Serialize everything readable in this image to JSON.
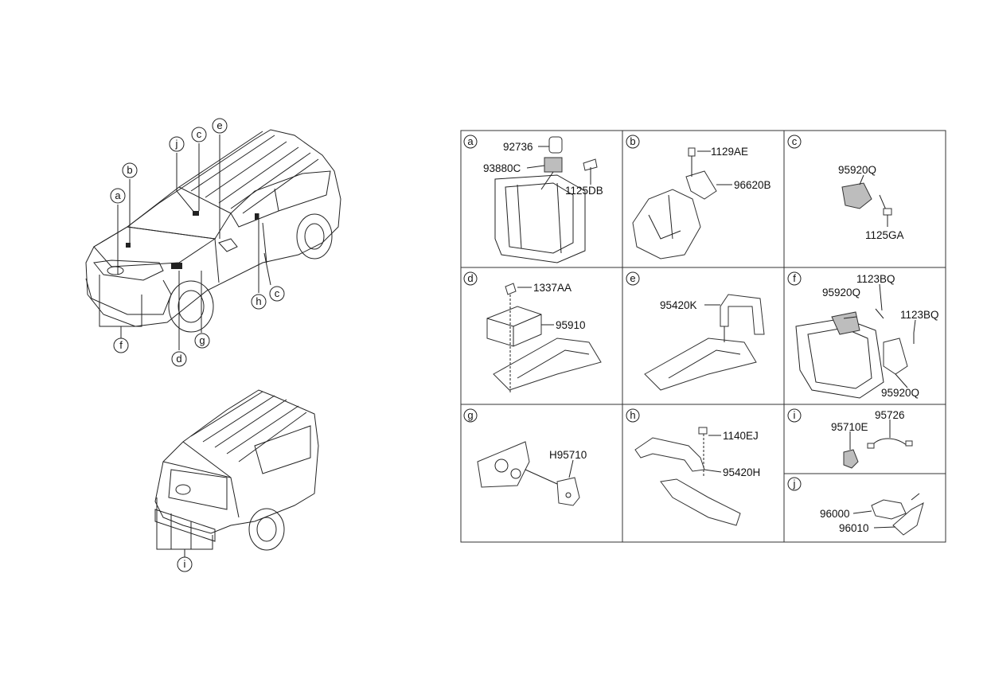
{
  "callouts_front": [
    "a",
    "b",
    "c",
    "j",
    "e",
    "h",
    "c",
    "f",
    "d",
    "g"
  ],
  "callouts_rear": [
    "i"
  ],
  "cells": [
    {
      "letter": "a",
      "parts": [
        "92736",
        "93880C",
        "1125DB"
      ]
    },
    {
      "letter": "b",
      "parts": [
        "1129AE",
        "96620B"
      ]
    },
    {
      "letter": "c",
      "parts": [
        "95920Q",
        "1125GA"
      ]
    },
    {
      "letter": "d",
      "parts": [
        "1337AA",
        "95910"
      ]
    },
    {
      "letter": "e",
      "parts": [
        "95420K"
      ]
    },
    {
      "letter": "f",
      "parts": [
        "1123BQ",
        "95920Q",
        "1123BQ",
        "95920Q"
      ]
    },
    {
      "letter": "g",
      "parts": [
        "H95710"
      ]
    },
    {
      "letter": "h",
      "parts": [
        "1140EJ",
        "95420H"
      ]
    },
    {
      "letter": "i",
      "parts": [
        "95726",
        "95710E"
      ]
    },
    {
      "letter": "j",
      "parts": [
        "96000",
        "96010"
      ]
    }
  ]
}
